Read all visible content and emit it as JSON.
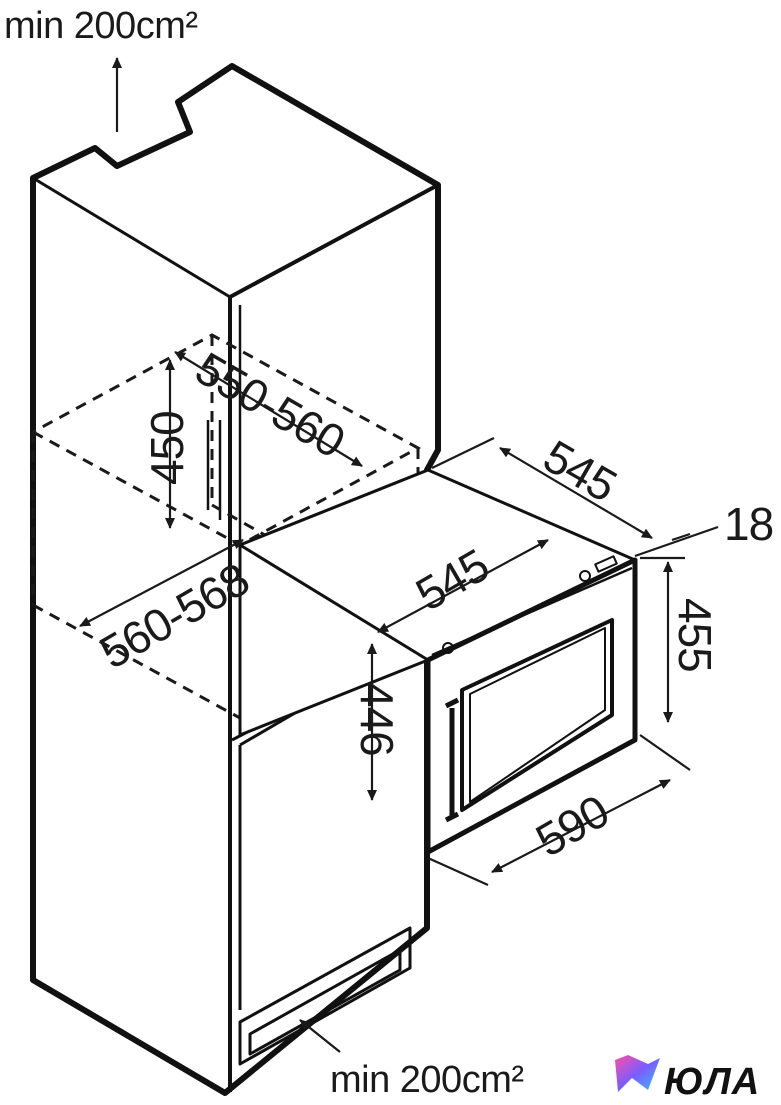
{
  "ventilation": {
    "top_note": "min 200cm²",
    "bottom_note": "min 200cm²"
  },
  "dimensions": {
    "niche_depth": "550-560",
    "niche_height": "450",
    "niche_width": "560-568",
    "appliance_depth_top": "545",
    "appliance_depth_side": "545",
    "door_thickness": "18",
    "appliance_height": "455",
    "body_height": "446",
    "appliance_width": "590"
  },
  "logo": {
    "text": "ЮЛА",
    "colors": [
      "#7b5cff",
      "#2ec7ff",
      "#ff4fa3"
    ]
  }
}
